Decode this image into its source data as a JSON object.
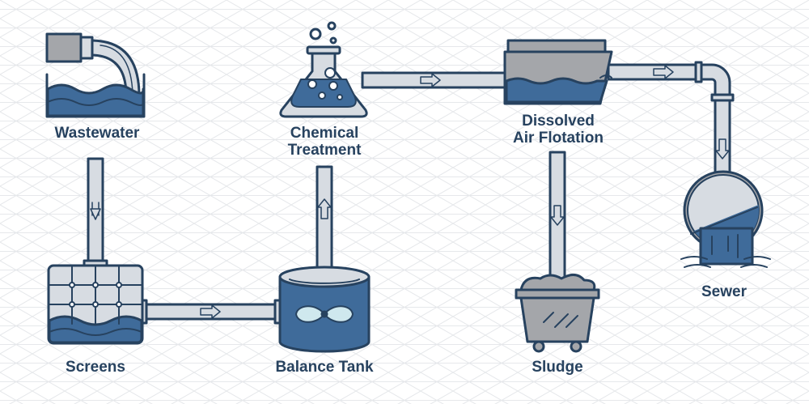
{
  "colors": {
    "navy": "#27425f",
    "water": "#3f6b9a",
    "waterDark": "#2c527f",
    "grey": "#a4a6aa",
    "greyDark": "#7d7f84",
    "pipe": "#d7dce2",
    "foam": "#cfe8ee",
    "grid": "#e6e8eb",
    "background": "#ffffff"
  },
  "stages": {
    "wastewater": "Wastewater",
    "chemical": [
      "Chemical",
      "Treatment"
    ],
    "daf": [
      "Dissolved",
      "Air Flotation"
    ],
    "screens": "Screens",
    "balance": "Balance Tank",
    "sludge": "Sludge",
    "sewer": "Sewer"
  }
}
